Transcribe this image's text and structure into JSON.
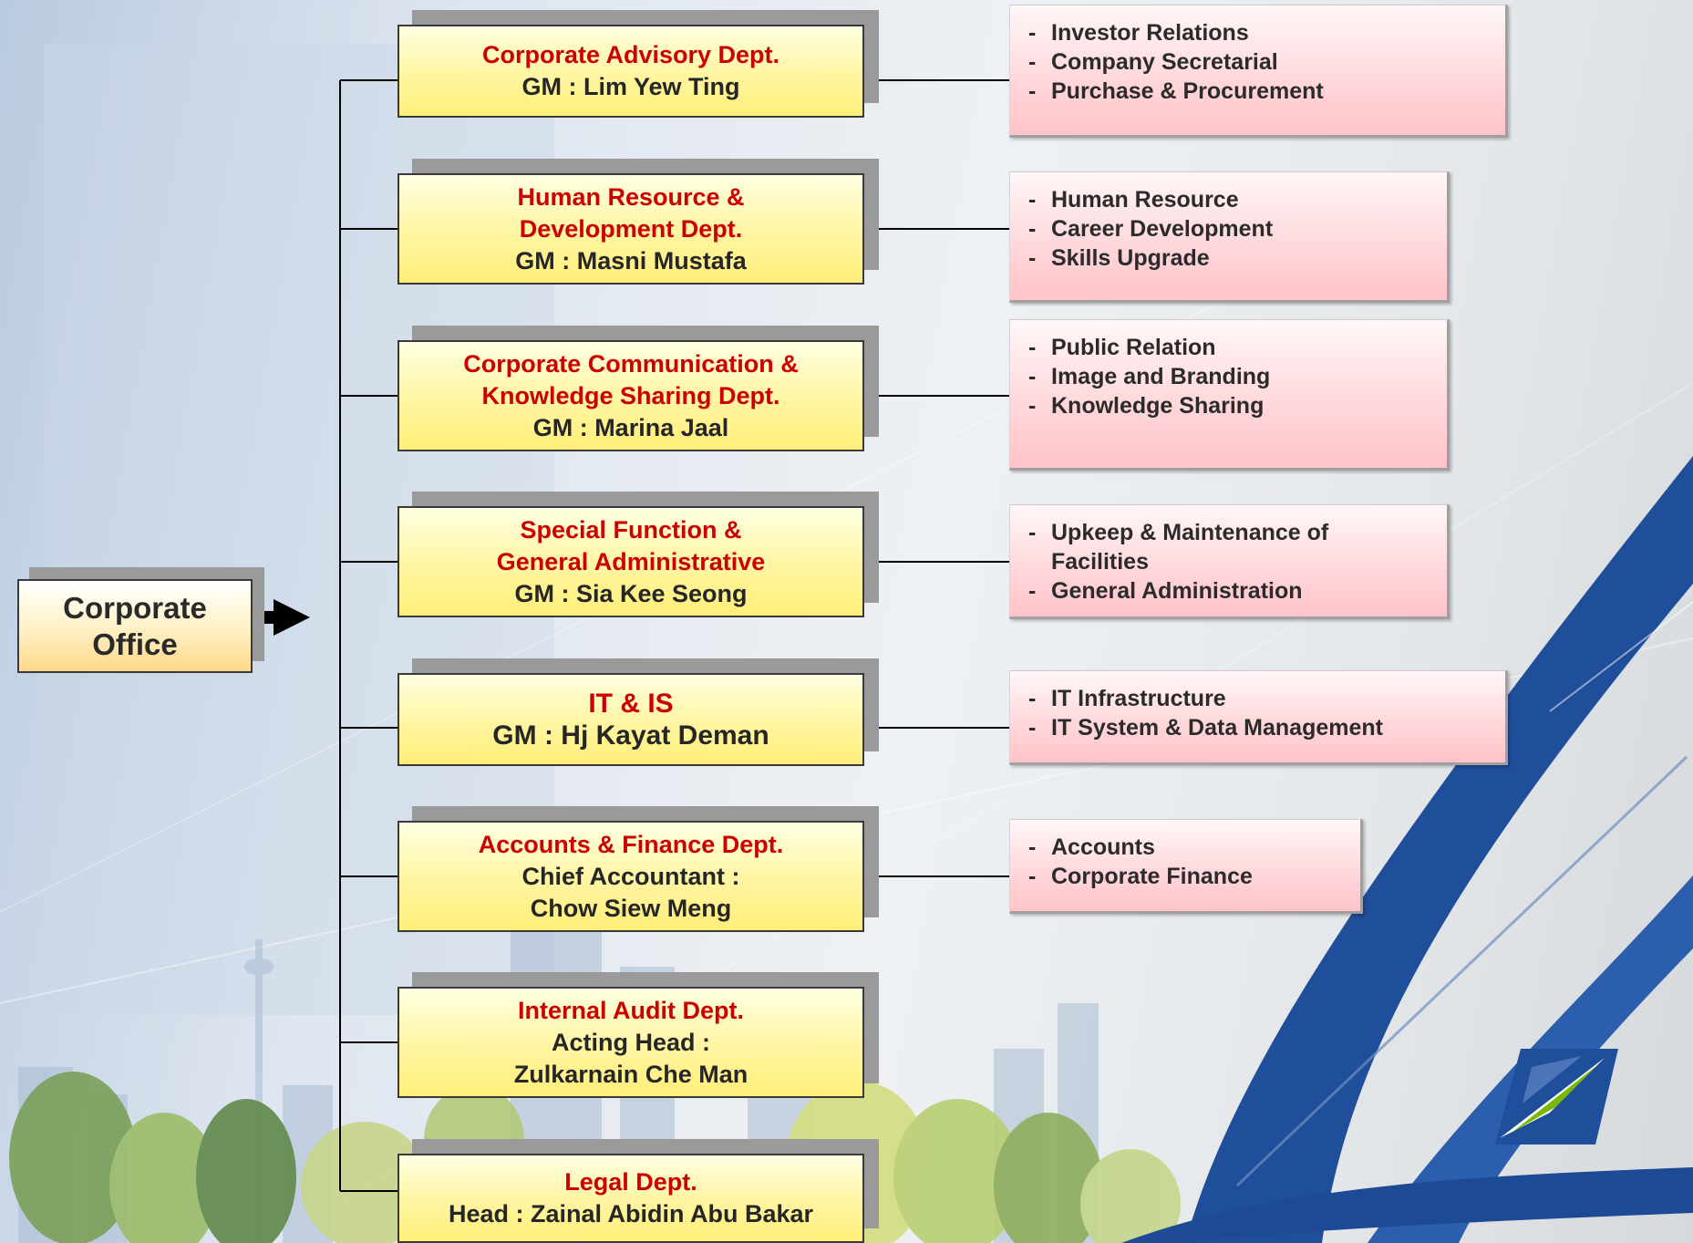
{
  "corporate_office": {
    "line1": "Corporate",
    "line2": "Office"
  },
  "departments": [
    {
      "title_lines": [
        "Corporate Advisory Dept."
      ],
      "gm_lines": [
        "GM : Lim Yew Ting"
      ],
      "functions": [
        {
          "lines": [
            "Investor Relations"
          ]
        },
        {
          "lines": [
            "Company Secretarial"
          ]
        },
        {
          "lines": [
            "Purchase & Procurement"
          ]
        }
      ]
    },
    {
      "title_lines": [
        "Human Resource &",
        "Development Dept."
      ],
      "gm_lines": [
        "GM : Masni Mustafa"
      ],
      "functions": [
        {
          "lines": [
            "Human Resource"
          ]
        },
        {
          "lines": [
            "Career Development"
          ]
        },
        {
          "lines": [
            "Skills Upgrade"
          ]
        }
      ]
    },
    {
      "title_lines": [
        "Corporate Communication &",
        "Knowledge Sharing Dept."
      ],
      "gm_lines": [
        "GM : Marina Jaal"
      ],
      "functions": [
        {
          "lines": [
            "Public Relation"
          ]
        },
        {
          "lines": [
            "Image and Branding"
          ]
        },
        {
          "lines": [
            "Knowledge Sharing"
          ]
        }
      ]
    },
    {
      "title_lines": [
        "Special Function &",
        "General Administrative"
      ],
      "gm_lines": [
        "GM : Sia Kee Seong"
      ],
      "functions": [
        {
          "lines": [
            "Upkeep & Maintenance of",
            "Facilities"
          ]
        },
        {
          "lines": [
            "General Administration"
          ]
        }
      ]
    },
    {
      "title_lines": [
        "IT & IS"
      ],
      "gm_lines": [
        "GM : Hj Kayat Deman"
      ],
      "functions": [
        {
          "lines": [
            "IT Infrastructure"
          ]
        },
        {
          "lines": [
            "IT System & Data Management"
          ]
        }
      ]
    },
    {
      "title_lines": [
        "Accounts & Finance Dept."
      ],
      "gm_lines": [
        "Chief Accountant :",
        "Chow Siew Meng"
      ],
      "functions": [
        {
          "lines": [
            "Accounts"
          ]
        },
        {
          "lines": [
            "Corporate Finance"
          ]
        }
      ]
    },
    {
      "title_lines": [
        "Internal Audit Dept."
      ],
      "gm_lines": [
        "Acting Head :",
        "Zulkarnain Che Man"
      ],
      "functions": []
    },
    {
      "title_lines": [
        "Legal Dept."
      ],
      "gm_lines": [
        "Head : Zainal Abidin Abu Bakar"
      ],
      "functions": []
    }
  ],
  "function_dash": "-",
  "colors": {
    "dept_title": "#cc0000",
    "dept_fill": "#fff6a6",
    "function_fill": "#ffd6da",
    "brand_blue": "#1f4e9a",
    "brand_green": "#7ab800"
  },
  "icons": [
    "arrow-right-icon",
    "company-logo-icon"
  ]
}
